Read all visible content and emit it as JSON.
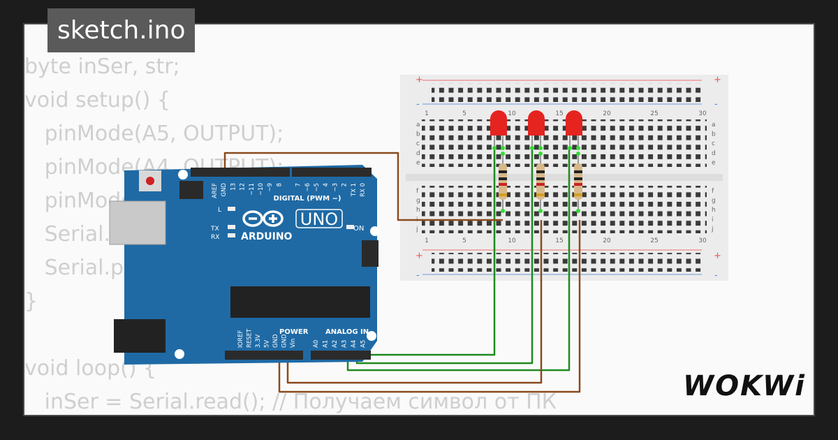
{
  "tab": {
    "filename": "sketch.ino"
  },
  "code_lines": [
    "byte inSer, str;",
    "void setup() {",
    "   pinMode(A5, OUTPUT);",
    "   pinMode(A4, OUTPUT);",
    "   pinMode(A3, OUTPUT);",
    "   Serial.begin(9600);",
    "   Serial.println(\"Hello from PC\");",
    "}",
    "",
    "void loop() {",
    "   inSer = Serial.read(); // Получаем символ от ПК"
  ],
  "arduino": {
    "brand": "ARDUINO",
    "model": "UNO",
    "digital_label": "DIGITAL (PWM ~)",
    "power_label": "POWER",
    "analog_label": "ANALOG IN",
    "on_label": "ON",
    "l_label": "L",
    "tx_label": "TX",
    "rx_label": "RX",
    "header_pins": [
      "AREF",
      "GND",
      "13",
      "12",
      "~11",
      "~10",
      "~9",
      "8",
      "7",
      "~6",
      "~5",
      "4",
      "~3",
      "2",
      "TX 1",
      "RX 0"
    ],
    "power_pins": [
      "IOREF",
      "RESET",
      "3.3V",
      "5V",
      "GND",
      "GND",
      "Vin"
    ],
    "analog_pins": [
      "A0",
      "A1",
      "A2",
      "A3",
      "A4",
      "A5"
    ]
  },
  "breadboard": {
    "column_numbers": [
      "1",
      "5",
      "10",
      "15",
      "20",
      "25",
      "30"
    ],
    "rows_top": [
      "a",
      "b",
      "c",
      "d",
      "e"
    ],
    "rows_bottom": [
      "f",
      "g",
      "h",
      "i",
      "j"
    ],
    "plus": "+",
    "minus": "-"
  },
  "logo": "WOKWi",
  "colors": {
    "board": "#1f6aa5",
    "led": "#e52420",
    "wire_green": "#1f8a1f",
    "wire_brown": "#8b4a1c",
    "pin_green": "#33dd33"
  }
}
